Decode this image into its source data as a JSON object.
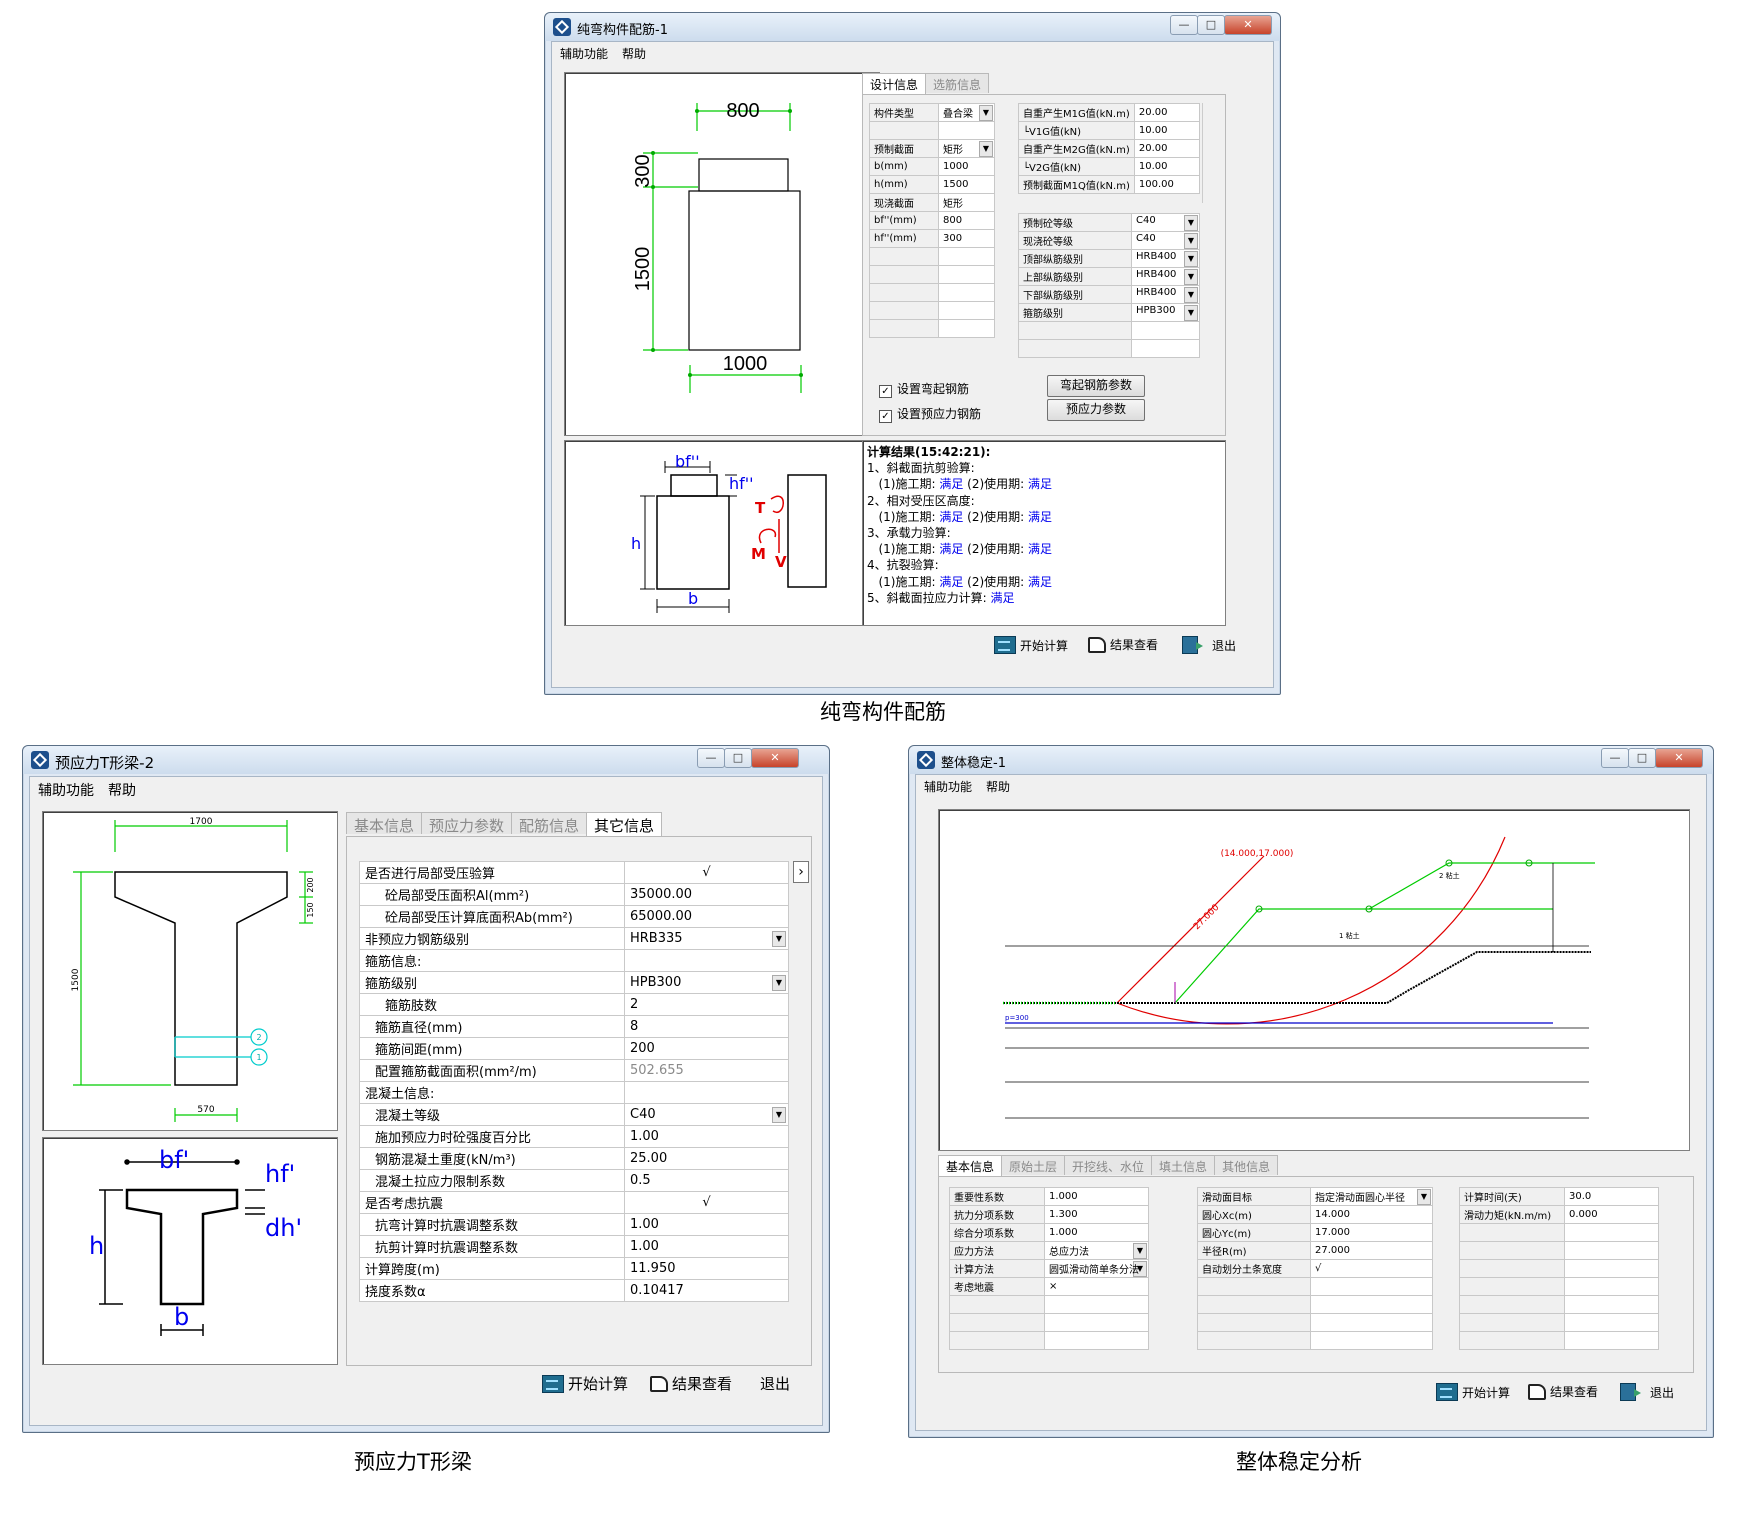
{
  "captions": {
    "top": "纯弯构件配筋",
    "left": "预应力T形梁",
    "right": "整体稳定分析"
  },
  "window_controls": {
    "min": "—",
    "max": "□",
    "close": "✕"
  },
  "w1": {
    "title": "纯弯构件配筋-1",
    "menu": [
      "辅助功能",
      "帮助"
    ],
    "drawing": {
      "top_width": "800",
      "left_top": "300",
      "left_main": "1500",
      "bottom_width": "1000"
    },
    "schematic": {
      "bf": "bf''",
      "hf": "hf''",
      "h": "h",
      "b": "b",
      "T": "T",
      "M": "M",
      "V": "V"
    },
    "tabs": [
      "设计信息",
      "选筋信息"
    ],
    "grid_left": [
      [
        "构件类型",
        "叠合梁"
      ],
      [
        "",
        ""
      ],
      [
        "预制截面",
        "矩形"
      ],
      [
        "b(mm)",
        "1000"
      ],
      [
        "h(mm)",
        "1500"
      ],
      [
        "现浇截面",
        "矩形"
      ],
      [
        "bf''(mm)",
        "800"
      ],
      [
        "hf''(mm)",
        "300"
      ]
    ],
    "grid_right_top": [
      [
        "自重产生M1G值(kN.m)",
        "20.00"
      ],
      [
        "└V1G值(kN)",
        "10.00"
      ],
      [
        "自重产生M2G值(kN.m)",
        "20.00"
      ],
      [
        "└V2G值(kN)",
        "10.00"
      ],
      [
        "预制截面M1Q值(kN.m)",
        "100.00"
      ]
    ],
    "grid_right_bottom": [
      [
        "预制砼等级",
        "C40"
      ],
      [
        "现浇砼等级",
        "C40"
      ],
      [
        "顶部纵筋级别",
        "HRB400"
      ],
      [
        "上部纵筋级别",
        "HRB400"
      ],
      [
        "下部纵筋级别",
        "HRB400"
      ],
      [
        "箍筋级别",
        "HPB300"
      ]
    ],
    "check1": "设置弯起钢筋",
    "check2": "设置预应力钢筋",
    "btn1": "弯起钢筋参数",
    "btn2": "预应力参数",
    "result_title": "计算结果(15:42:21):",
    "results": [
      {
        "text": "1、斜截面抗剪验算:",
        "ok": ""
      },
      {
        "text": "   (1)施工期: ",
        "ok": "满足",
        "mid": " (2)使用期: ",
        "ok2": "满足"
      },
      {
        "text": "2、相对受压区高度:",
        "ok": ""
      },
      {
        "text": "   (1)施工期: ",
        "ok": "满足",
        "mid": " (2)使用期: ",
        "ok2": "满足"
      },
      {
        "text": "3、承载力验算:",
        "ok": ""
      },
      {
        "text": "   (1)施工期: ",
        "ok": "满足",
        "mid": " (2)使用期: ",
        "ok2": "满足"
      },
      {
        "text": "4、抗裂验算:",
        "ok": ""
      },
      {
        "text": "   (1)施工期: ",
        "ok": "满足",
        "mid": " (2)使用期: ",
        "ok2": "满足"
      },
      {
        "text": "5、斜截面拉应力计算: ",
        "ok": "满足"
      }
    ],
    "bottom": {
      "start": "开始计算",
      "view": "结果查看",
      "exit": "退出"
    }
  },
  "w2": {
    "title": "预应力T形梁-2",
    "menu": [
      "辅助功能",
      "帮助"
    ],
    "drawing": {
      "top": "1700",
      "d200": "200",
      "d150": "150",
      "h": "1500",
      "bottom": "570",
      "c1": "2",
      "c2": "1"
    },
    "schematic": {
      "bf": "bf'",
      "hf": "hf'",
      "dh": "dh'",
      "h": "h",
      "b": "b"
    },
    "tabs": [
      "基本信息",
      "预应力参数",
      "配筋信息",
      "其它信息"
    ],
    "rows": [
      {
        "label": "是否进行局部受压验算",
        "value": "√",
        "indent": 0
      },
      {
        "label": "砼局部受压面积Al(mm²)",
        "value": "35000.00",
        "indent": 2
      },
      {
        "label": "砼局部受压计算底面积Ab(mm²)",
        "value": "65000.00",
        "indent": 2
      },
      {
        "label": "非预应力钢筋级别",
        "value": "HRB335",
        "indent": 0,
        "dd": true
      },
      {
        "label": "箍筋信息:",
        "value": "",
        "indent": 0
      },
      {
        "label": "箍筋级别",
        "value": "HPB300",
        "indent": 0,
        "dd": true
      },
      {
        "label": "箍筋肢数",
        "value": "2",
        "indent": 2
      },
      {
        "label": "箍筋直径(mm)",
        "value": "8",
        "indent": 1
      },
      {
        "label": "箍筋间距(mm)",
        "value": "200",
        "indent": 1
      },
      {
        "label": "配置箍筋截面面积(mm²/m)",
        "value": "502.655",
        "indent": 1,
        "grey": true
      },
      {
        "label": "混凝土信息:",
        "value": "",
        "indent": 0
      },
      {
        "label": "混凝土等级",
        "value": "C40",
        "indent": 1,
        "dd": true
      },
      {
        "label": "施加预应力时砼强度百分比",
        "value": "1.00",
        "indent": 1
      },
      {
        "label": "钢筋混凝土重度(kN/m³)",
        "value": "25.00",
        "indent": 1
      },
      {
        "label": "混凝土拉应力限制系数",
        "value": "0.5",
        "indent": 1
      },
      {
        "label": "是否考虑抗震",
        "value": "√",
        "indent": 0
      },
      {
        "label": "抗弯计算时抗震调整系数",
        "value": "1.00",
        "indent": 1
      },
      {
        "label": "抗剪计算时抗震调整系数",
        "value": "1.00",
        "indent": 1
      },
      {
        "label": "计算跨度(m)",
        "value": "11.950",
        "indent": 0
      },
      {
        "label": "挠度系数α",
        "value": "0.10417",
        "indent": 0
      }
    ],
    "bottom": {
      "start": "开始计算",
      "view": "结果查看",
      "exit": "退出"
    }
  },
  "w3": {
    "title": "整体稳定-1",
    "menu": [
      "辅助功能",
      "帮助"
    ],
    "drawing": {
      "center": "(14.000,17.000)",
      "radius": "27.000",
      "layer1": "1 粘土",
      "layer2": "2 粘土",
      "water": "p=300"
    },
    "tabs": [
      "基本信息",
      "原始土层",
      "开挖线、水位",
      "填土信息",
      "其他信息"
    ],
    "grid_a": [
      [
        "重要性系数",
        "1.000"
      ],
      [
        "抗力分项系数",
        "1.300"
      ],
      [
        "综合分项系数",
        "1.000"
      ],
      [
        "应力方法",
        "总应力法"
      ],
      [
        "计算方法",
        "圆弧滑动简单条分法"
      ],
      [
        "考虑地震",
        "×"
      ]
    ],
    "grid_b": [
      [
        "滑动面目标",
        "指定滑动面圆心半径"
      ],
      [
        "圆心Xc(m)",
        "14.000"
      ],
      [
        "圆心Yc(m)",
        "17.000"
      ],
      [
        "半径R(m)",
        "27.000"
      ],
      [
        "自动划分土条宽度",
        "√"
      ]
    ],
    "grid_c": [
      [
        "计算时间(天)",
        "30.0"
      ],
      [
        "滑动力矩(kN.m/m)",
        "0.000"
      ]
    ],
    "bottom": {
      "start": "开始计算",
      "view": "结果查看",
      "exit": "退出"
    }
  },
  "colors": {
    "dim_green": "#00cc00",
    "accent_blue": "#0000ee",
    "red": "#e00000",
    "cyan": "#00cccc"
  }
}
